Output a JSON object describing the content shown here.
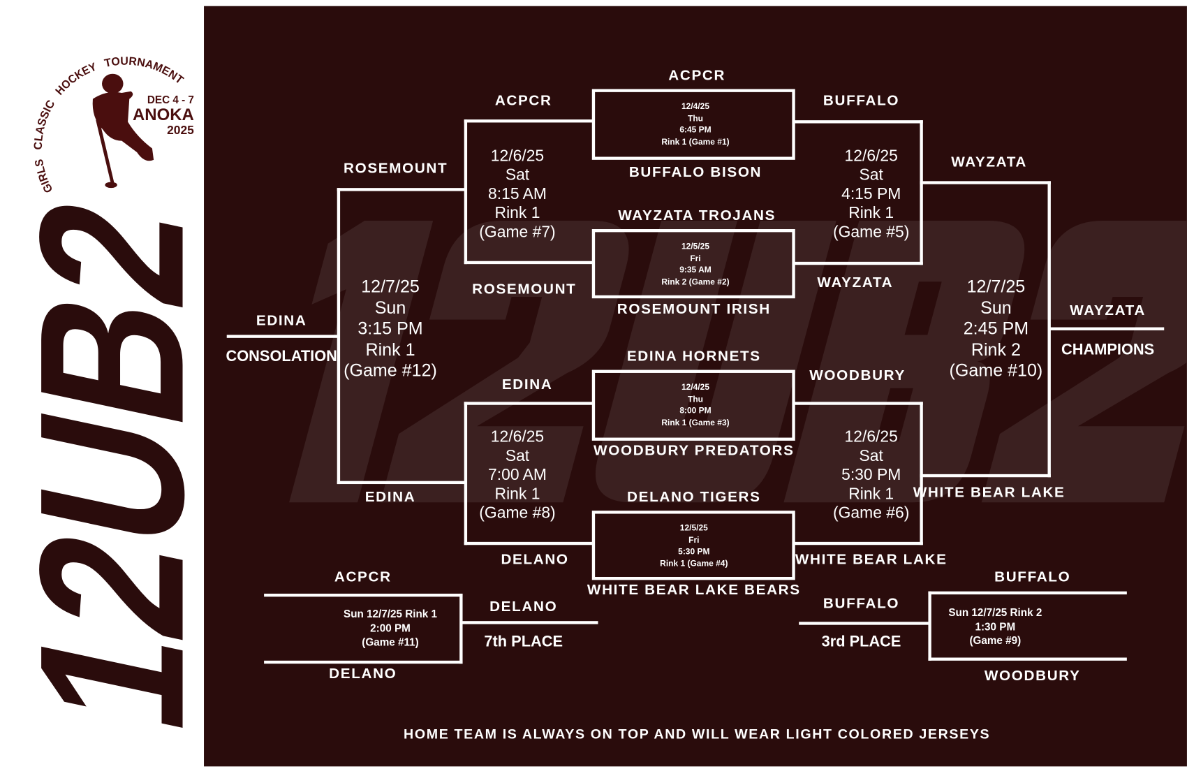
{
  "logo": {
    "arc_text": "GIRLS CLASSIC HOCKEY TOURNAMENT",
    "dates": "DEC 4 - 7",
    "city": "ANOKA",
    "year": "2025"
  },
  "bracket_code": "12UB2",
  "labels": {
    "g1_home": "ACPCR",
    "g1_away": "BUFFALO BISON",
    "g2_home": "WAYZATA TROJANS",
    "g2_away": "ROSEMOUNT IRISH",
    "g3_home": "EDINA HORNETS",
    "g3_away": "WOODBURY PREDATORS",
    "g4_home": "DELANO TIGERS",
    "g4_away": "WHITE BEAR LAKE BEARS",
    "g7_home": "ACPCR",
    "g7_away": "ROSEMOUNT",
    "g5_home": "BUFFALO",
    "g5_away": "WAYZATA",
    "g8_home": "EDINA",
    "g8_away": "DELANO",
    "g6_home": "WOODBURY",
    "g6_away": "WHITE BEAR LAKE",
    "g12_home": "ROSEMOUNT",
    "g12_away": "EDINA",
    "g10_home": "WAYZATA",
    "g10_away": "WHITE BEAR LAKE",
    "consolation_winner": "EDINA",
    "consolation_label": "CONSOLATION",
    "champion_winner": "WAYZATA",
    "champion_label": "CHAMPIONS",
    "g11_home": "ACPCR",
    "g11_away": "DELANO",
    "seventh_winner": "DELANO",
    "seventh_label": "7th PLACE",
    "g9_home": "BUFFALO",
    "g9_away": "WOODBURY",
    "third_winner": "BUFFALO",
    "third_label": "3rd PLACE",
    "footer": "HOME TEAM IS ALWAYS ON TOP AND WILL WEAR LIGHT COLORED JERSEYS"
  },
  "games": {
    "g1": [
      "12/4/25",
      "Thu",
      "6:45 PM",
      "Rink 1 (Game #1)"
    ],
    "g2": [
      "12/5/25",
      "Fri",
      "9:35 AM",
      "Rink 2 (Game #2)"
    ],
    "g3": [
      "12/4/25",
      "Thu",
      "8:00 PM",
      "Rink 1 (Game #3)"
    ],
    "g4": [
      "12/5/25",
      "Fri",
      "5:30 PM",
      "Rink 1 (Game #4)"
    ],
    "g7": [
      "12/6/25",
      "Sat",
      "8:15 AM",
      "Rink 1",
      "(Game #7)"
    ],
    "g5": [
      "12/6/25",
      "Sat",
      "4:15 PM",
      "Rink 1",
      "(Game #5)"
    ],
    "g8": [
      "12/6/25",
      "Sat",
      "7:00 AM",
      "Rink 1",
      "(Game #8)"
    ],
    "g6": [
      "12/6/25",
      "Sat",
      "5:30 PM",
      "Rink 1",
      "(Game #6)"
    ],
    "g12": [
      "12/7/25",
      "Sun",
      "3:15 PM",
      "Rink 1",
      "(Game #12)"
    ],
    "g10": [
      "12/7/25",
      "Sun",
      "2:45 PM",
      "Rink 2",
      "(Game #10)"
    ],
    "g11": [
      "Sun 12/7/25 Rink 1",
      "2:00 PM",
      "(Game #11)"
    ],
    "g9": [
      "Sun 12/7/25 Rink 2",
      "1:30 PM",
      "(Game #9)"
    ]
  },
  "colors": {
    "panel": "#2a0c0c",
    "watermark": "#3b2020",
    "logo": "#4a0e0e"
  }
}
